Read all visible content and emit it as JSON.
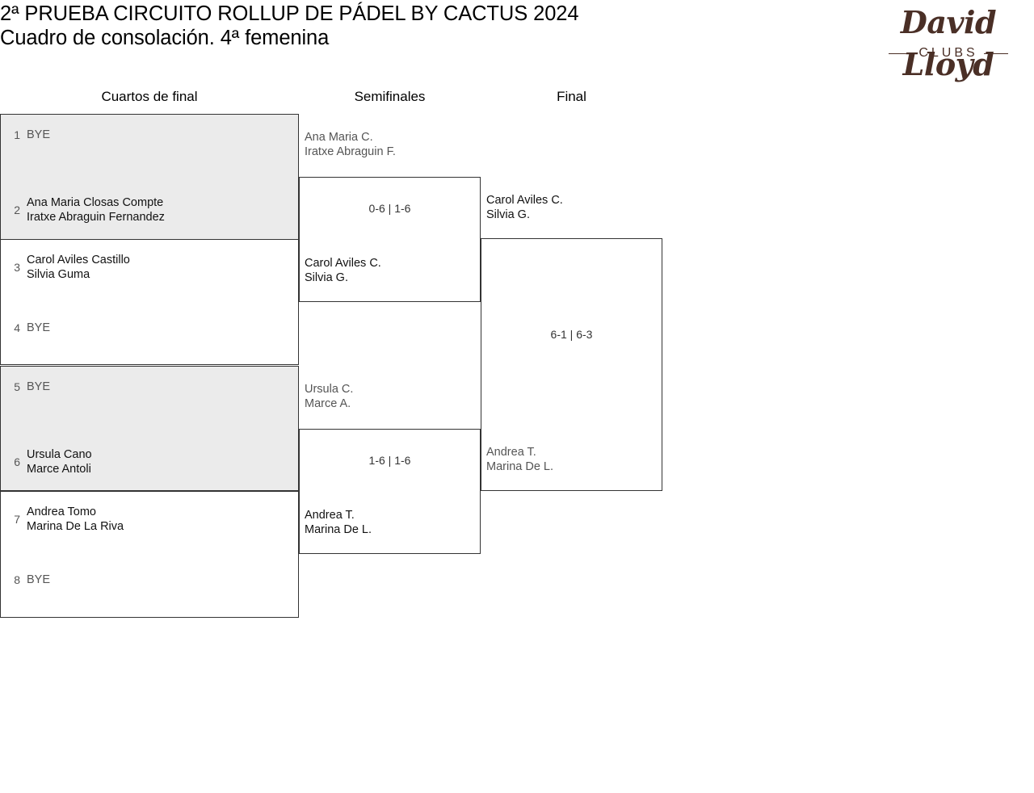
{
  "header": {
    "title_line1": "2ª PRUEBA CIRCUITO ROLLUP DE PÁDEL BY CACTUS 2024",
    "title_line2": "Cuadro de consolación. 4ª femenina"
  },
  "logo": {
    "script_text": "David Lloyd",
    "sub_text": "CLUBS",
    "color": "#4a2f26"
  },
  "rounds": {
    "quarterfinals_label": "Cuartos de final",
    "semifinals_label": "Semifinales",
    "final_label": "Final"
  },
  "colors": {
    "shaded_row": "#ebebeb",
    "border": "#333333",
    "winner_text": "#111111",
    "loser_text": "#555555"
  },
  "quarterfinals": [
    {
      "shaded": true,
      "top": {
        "seed": "1",
        "line1": "BYE",
        "line2": "",
        "is_bye": true
      },
      "bottom": {
        "seed": "2",
        "line1": "Ana Maria Closas Compte",
        "line2": "Iratxe Abraguin Fernandez",
        "is_bye": false
      }
    },
    {
      "shaded": false,
      "top": {
        "seed": "3",
        "line1": "Carol Aviles Castillo",
        "line2": "Silvia Guma",
        "is_bye": false
      },
      "bottom": {
        "seed": "4",
        "line1": "BYE",
        "line2": "",
        "is_bye": true
      }
    },
    {
      "shaded": true,
      "top": {
        "seed": "5",
        "line1": "BYE",
        "line2": "",
        "is_bye": true
      },
      "bottom": {
        "seed": "6",
        "line1": "Ursula Cano",
        "line2": "Marce Antoli",
        "is_bye": false
      }
    },
    {
      "shaded": false,
      "top": {
        "seed": "7",
        "line1": "Andrea Tomo",
        "line2": "Marina De La Riva",
        "is_bye": false
      },
      "bottom": {
        "seed": "8",
        "line1": "BYE",
        "line2": "",
        "is_bye": true
      }
    }
  ],
  "semifinals": [
    {
      "top_team_line1": "Ana Maria C.",
      "top_team_line2": "Iratxe Abraguin F.",
      "score": "0-6 | 1-6",
      "winner_line1": "Carol Aviles C.",
      "winner_line2": "Silvia G."
    },
    {
      "top_team_line1": "Ursula C.",
      "top_team_line2": "Marce A.",
      "score": "1-6 | 1-6",
      "winner_line1": "Andrea T.",
      "winner_line2": "Marina De L."
    }
  ],
  "final": {
    "top_team_line1": "Carol Aviles C.",
    "top_team_line2": "Silvia G.",
    "score": "6-1 | 6-3",
    "bottom_team_line1": "Andrea T.",
    "bottom_team_line2": "Marina De L."
  }
}
